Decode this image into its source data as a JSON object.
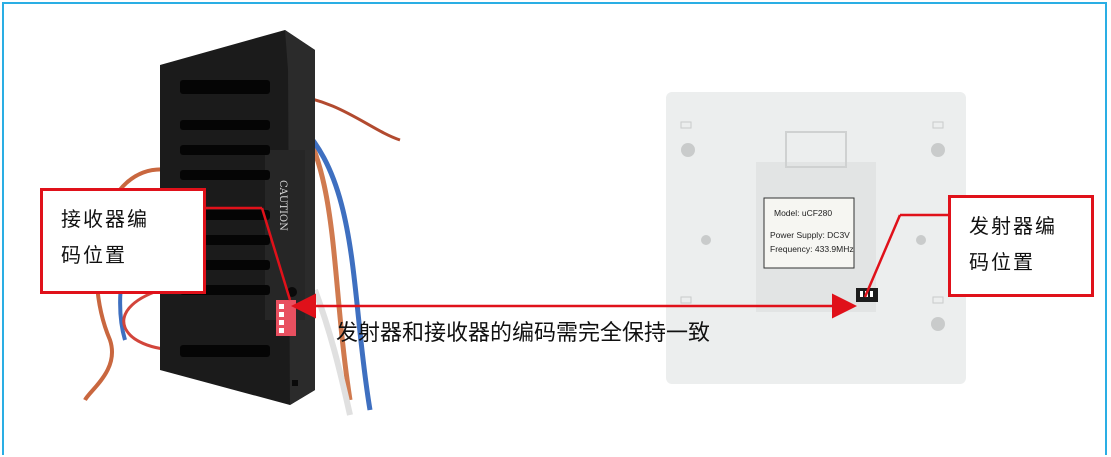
{
  "receiver_label": {
    "line1": "接收器编",
    "line2": "码位置"
  },
  "transmitter_label": {
    "line1": "发射器编",
    "line2": "码位置"
  },
  "caption": "发射器和接收器的编码需完全保持一致",
  "receiver_caution": "CAUTION",
  "transmitter_lcd": {
    "model": "Model: uCF280",
    "power": "Power Supply: DC3V",
    "frequency": "Frequency: 433.9MHz"
  },
  "colors": {
    "frame": "#2aaee4",
    "highlight": "#e0111a",
    "receiver_body": "#1b1b1b",
    "transmitter_body": "#eceeee"
  }
}
